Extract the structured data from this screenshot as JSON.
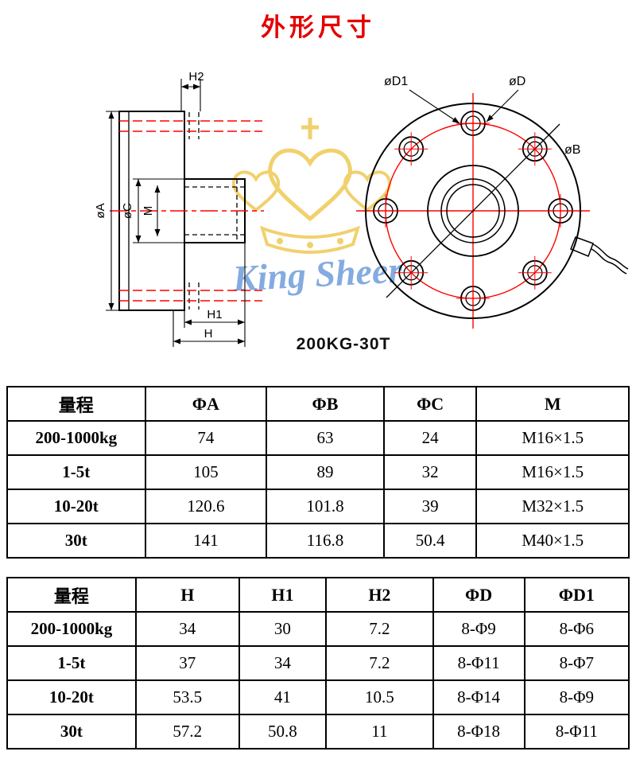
{
  "page": {
    "title": "外形尺寸"
  },
  "drawing": {
    "caption": "200KG-30T",
    "side_labels": {
      "h2": "H2",
      "phi_a": "øA",
      "phi_c": "øC",
      "m": "M",
      "h1": "H1",
      "h": "H"
    },
    "front_labels": {
      "phi_d1": "øD1",
      "phi_d": "øD",
      "phi_b": "øB"
    },
    "watermark": {
      "text": "King Sheer"
    }
  },
  "table1": {
    "headers": [
      "量程",
      "ΦA",
      "ΦB",
      "ΦC",
      "M"
    ],
    "rows": [
      [
        "200-1000kg",
        "74",
        "63",
        "24",
        "M16×1.5"
      ],
      [
        "1-5t",
        "105",
        "89",
        "32",
        "M16×1.5"
      ],
      [
        "10-20t",
        "120.6",
        "101.8",
        "39",
        "M32×1.5"
      ],
      [
        "30t",
        "141",
        "116.8",
        "50.4",
        "M40×1.5"
      ]
    ]
  },
  "table2": {
    "headers": [
      "量程",
      "H",
      "H1",
      "H2",
      "ΦD",
      "ΦD1"
    ],
    "rows": [
      [
        "200-1000kg",
        "34",
        "30",
        "7.2",
        "8-Φ9",
        "8-Φ6"
      ],
      [
        "1-5t",
        "37",
        "34",
        "7.2",
        "8-Φ11",
        "8-Φ7"
      ],
      [
        "10-20t",
        "53.5",
        "41",
        "10.5",
        "8-Φ14",
        "8-Φ9"
      ],
      [
        "30t",
        "57.2",
        "50.8",
        "11",
        "8-Φ18",
        "8-Φ11"
      ]
    ]
  },
  "colors": {
    "title_red": "#e50000",
    "drawing_red": "#ff0000",
    "line_black": "#000000",
    "watermark_gold": "#edc23d",
    "watermark_blue": "#5b8fd8"
  }
}
